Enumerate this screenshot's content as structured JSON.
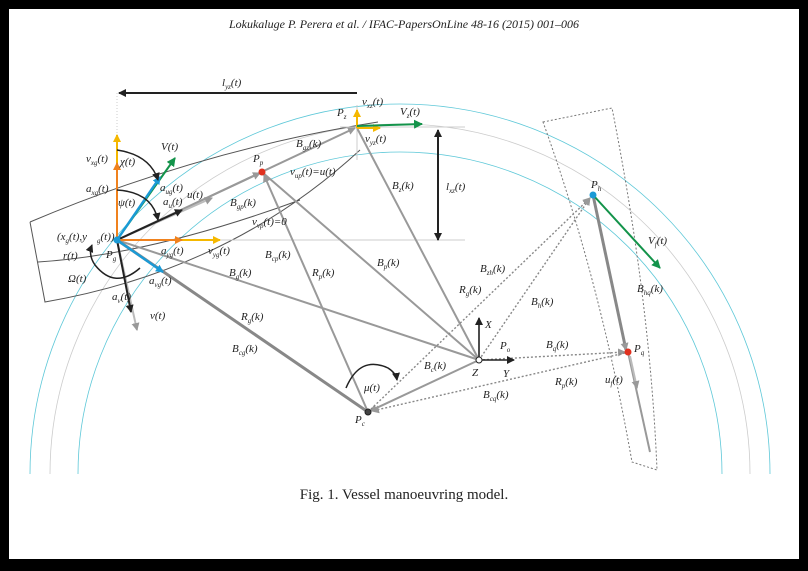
{
  "header": "Lokukaluge P. Perera et al. / IFAC-PapersOnLine 48-16 (2015) 001–006",
  "caption": "Fig. 1. Vessel manoeuvring model.",
  "colors": {
    "orange": "#f0821e",
    "yellow": "#f5b800",
    "blue": "#1a9ad6",
    "green": "#13934a",
    "red": "#e0301e",
    "cyan": "#5ec8d8",
    "gray": "#9a9a9a"
  },
  "labels": {
    "l_yz": {
      "m": "l",
      "s": "yz",
      "t": "(t)"
    },
    "l_xz": {
      "m": "l",
      "s": "xz",
      "t": "(t)"
    },
    "v_xz": {
      "m": "v",
      "s": "xz",
      "t": "(t)"
    },
    "V_z": {
      "m": "V",
      "s": "z",
      "t": "(t)"
    },
    "v_yz": {
      "m": "v",
      "s": "yz",
      "t": "(t)"
    },
    "P_z": {
      "m": "P",
      "s": "z",
      "t": ""
    },
    "P_p": {
      "m": "P",
      "s": "p",
      "t": ""
    },
    "P_g": {
      "m": "P",
      "s": "g",
      "t": ""
    },
    "P_h": {
      "m": "P",
      "s": "h",
      "t": ""
    },
    "P_q": {
      "m": "P",
      "s": "q",
      "t": ""
    },
    "P_c": {
      "m": "P",
      "s": "c",
      "t": ""
    },
    "P_o": {
      "m": "P",
      "s": "o",
      "t": ""
    },
    "Z": {
      "m": "Z",
      "s": "",
      "t": ""
    },
    "X": {
      "m": "X",
      "s": "",
      "t": ""
    },
    "Y": {
      "m": "Y",
      "s": "",
      "t": ""
    },
    "V": {
      "m": "V(t)",
      "s": "",
      "t": ""
    },
    "v_xg": {
      "m": "v",
      "s": "xg",
      "t": "(t)"
    },
    "a_xg": {
      "m": "a",
      "s": "xg",
      "t": "(t)"
    },
    "chi": {
      "m": "χ(t)",
      "s": "",
      "t": ""
    },
    "psi": {
      "m": "ψ(t)",
      "s": "",
      "t": ""
    },
    "a_ug": {
      "m": "a",
      "s": "ug",
      "t": "(t)"
    },
    "a_u": {
      "m": "a",
      "s": "u",
      "t": "(t)"
    },
    "u": {
      "m": "u(t)",
      "s": "",
      "t": ""
    },
    "xy": {
      "m": "(x",
      "s": "g",
      "t": "(t),y"
    },
    "xy2": {
      "m": "",
      "s": "g",
      "t": "(t))"
    },
    "r": {
      "m": "r(t)",
      "s": "",
      "t": ""
    },
    "Omega": {
      "m": "Ω(t)",
      "s": "",
      "t": ""
    },
    "a_yg": {
      "m": "a",
      "s": "yg",
      "t": "(t)"
    },
    "v_yg": {
      "m": "v",
      "s": "yg",
      "t": "(t)"
    },
    "a_vg": {
      "m": "a",
      "s": "vg",
      "t": "(t)"
    },
    "a_v": {
      "m": "a",
      "s": "v",
      "t": "(t)"
    },
    "v": {
      "m": "v(t)",
      "s": "",
      "t": ""
    },
    "B_gz": {
      "m": "B",
      "s": "gz",
      "t": "(k)"
    },
    "v_up": {
      "m": "v",
      "s": "up",
      "t": "(t)=u(t)"
    },
    "B_gp": {
      "m": "B",
      "s": "gp",
      "t": "(k)"
    },
    "v_vp": {
      "m": "v",
      "s": "vp",
      "t": "(t)=0"
    },
    "B_cp": {
      "m": "B",
      "s": "cp",
      "t": "(k)"
    },
    "B_g": {
      "m": "B",
      "s": "g",
      "t": "(k)"
    },
    "R_g": {
      "m": "R",
      "s": "g",
      "t": "(k)"
    },
    "B_cg": {
      "m": "B",
      "s": "cg",
      "t": "(k)"
    },
    "R_p": {
      "m": "R",
      "s": "p",
      "t": "(k)"
    },
    "B_p": {
      "m": "B",
      "s": "p",
      "t": "(k)"
    },
    "B_z": {
      "m": "B",
      "s": "z",
      "t": "(k)"
    },
    "B_zh": {
      "m": "B",
      "s": "zh",
      "t": "(k)"
    },
    "R_g2": {
      "m": "R",
      "s": "g",
      "t": "(k)"
    },
    "B_h": {
      "m": "B",
      "s": "h",
      "t": "(k)"
    },
    "B_c": {
      "m": "B",
      "s": "c",
      "t": "(k)"
    },
    "B_q": {
      "m": "B",
      "s": "q",
      "t": "(k)"
    },
    "R_p2": {
      "m": "R",
      "s": "p",
      "t": "(k)"
    },
    "B_cq": {
      "m": "B",
      "s": "cq",
      "t": "(k)"
    },
    "mu": {
      "m": "μ(t)",
      "s": "",
      "t": ""
    },
    "B_hq": {
      "m": "B",
      "s": "hq",
      "t": "(k)"
    },
    "u_f": {
      "m": "u",
      "s": "f",
      "t": "(t)"
    },
    "V_f": {
      "m": "V",
      "s": "f",
      "t": "(t)"
    }
  }
}
